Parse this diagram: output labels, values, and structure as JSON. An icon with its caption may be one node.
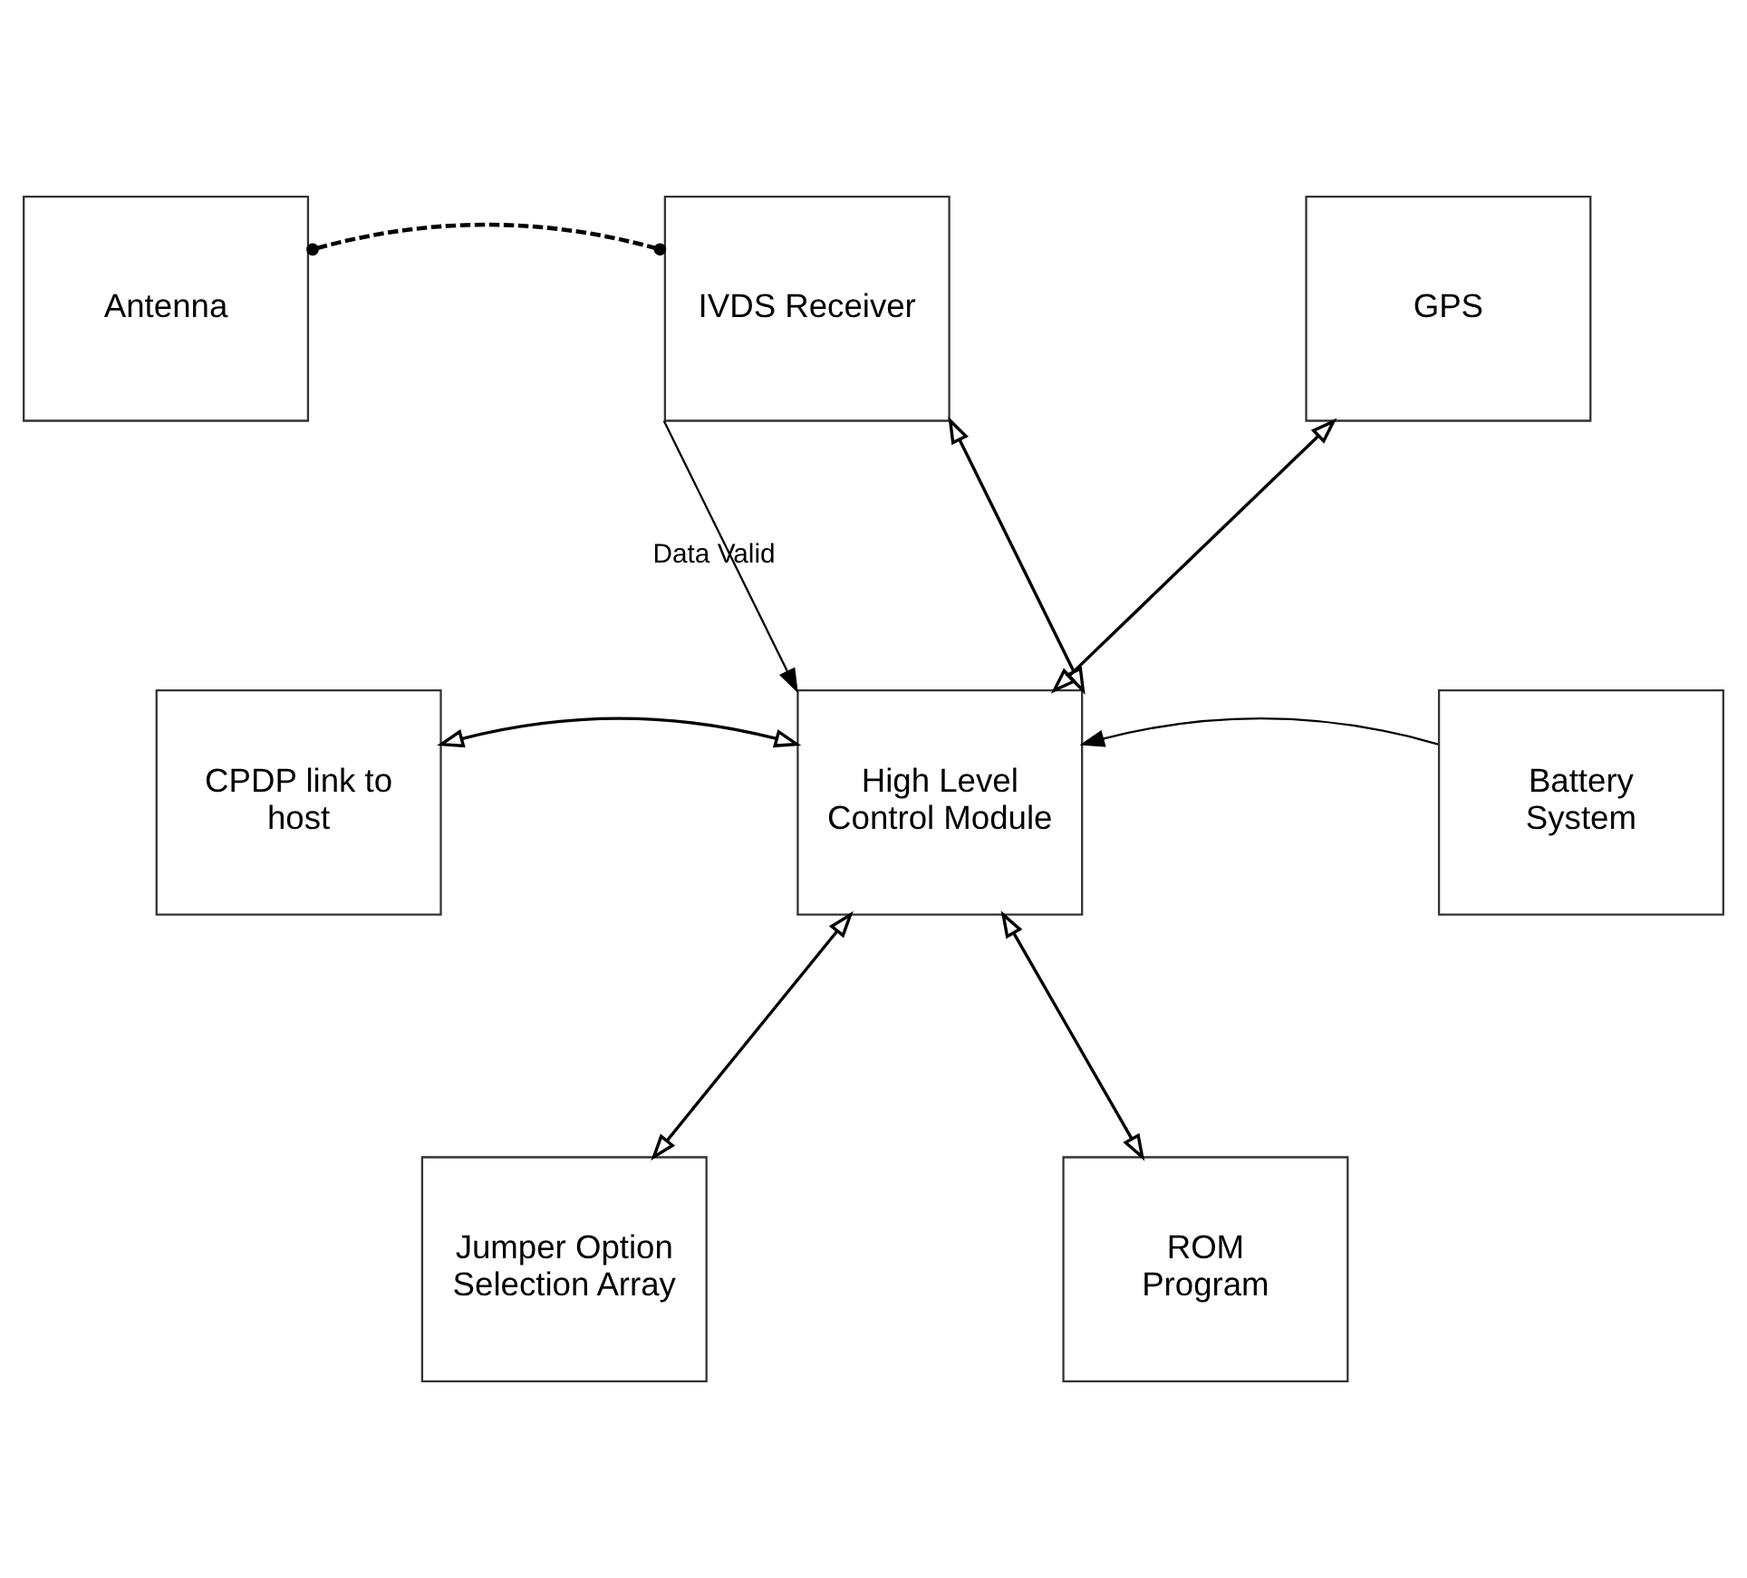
{
  "diagram": {
    "nodes": [
      {
        "text": [
          "Antenna"
        ]
      },
      {
        "text": [
          "IVDS Receiver"
        ]
      },
      {
        "text": [
          "GPS"
        ]
      },
      {
        "text": [
          "CPDP link to host"
        ]
      },
      {
        "text": [
          "High Level Control Module"
        ]
      },
      {
        "text": [
          "Battery System"
        ]
      },
      {
        "text": [
          "Jumper Option Selection Array"
        ]
      },
      {
        "text": [
          "ROM Program"
        ]
      }
    ],
    "edges": [
      {
        "from": 0,
        "to": 1,
        "arrow": "other",
        "style": "dashed"
      },
      {
        "from": 1,
        "to": 4,
        "arrow": "to",
        "label": "Data Valid"
      },
      {
        "from": 1,
        "to": 4,
        "arrow": "both"
      },
      {
        "from": 2,
        "to": 4,
        "arrow": "both"
      },
      {
        "from": 3,
        "to": 4,
        "arrow": "both"
      },
      {
        "from": 5,
        "to": 4,
        "arrow": "to"
      },
      {
        "from": 4,
        "to": 6,
        "arrow": "both"
      },
      {
        "from": 4,
        "to": 7,
        "arrow": "both"
      }
    ]
  }
}
